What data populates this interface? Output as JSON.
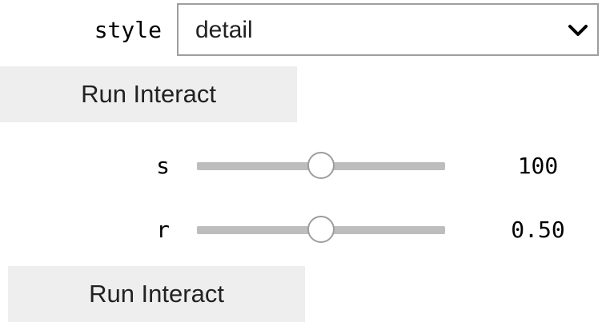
{
  "dropdown": {
    "label": "style",
    "selected": "detail"
  },
  "buttons": {
    "run_interact_1": "Run Interact",
    "run_interact_2": "Run Interact"
  },
  "sliders": [
    {
      "label": "s",
      "readout": "100",
      "fraction": 0.5
    },
    {
      "label": "r",
      "readout": "0.50",
      "fraction": 0.5
    }
  ],
  "icons": {
    "dropdown_arrow": "chevron-down-icon"
  }
}
